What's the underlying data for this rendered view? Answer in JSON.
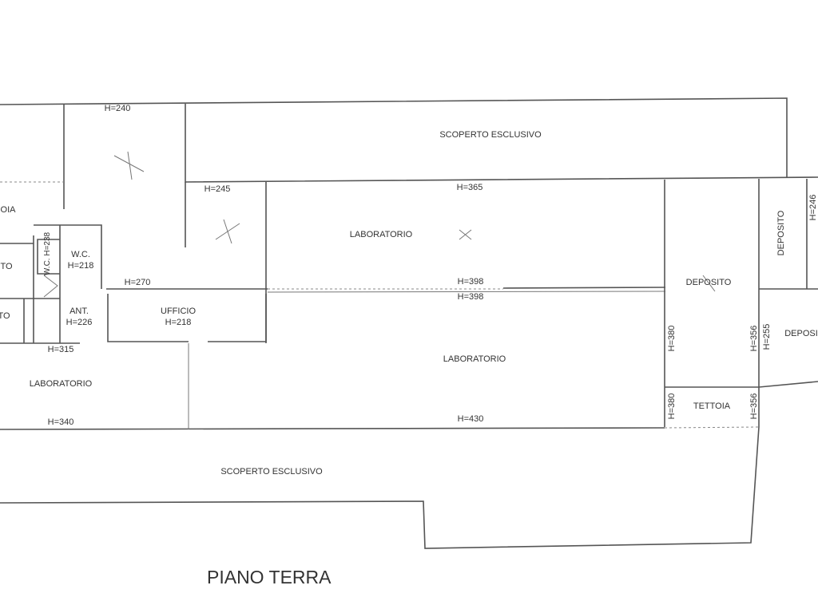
{
  "title": "PIANO TERRA",
  "rooms": {
    "scoperto_top": "SCOPERTO ESCLUSIVO",
    "scoperto_bottom": "SCOPERTO ESCLUSIVO",
    "laboratorio_upper": "LABORATORIO",
    "laboratorio_main": "LABORATORIO",
    "laboratorio_left": "LABORATORIO",
    "ufficio": "UFFICIO",
    "ufficio_h": "H=218",
    "wc": "W.C.",
    "wc_h": "H=218",
    "wc_small": "W.C.",
    "wc_small_h": "H=238",
    "ant": "ANT.",
    "ant_h": "H=226",
    "deposito_center": "DEPOSITO",
    "deposito_small": "DEPOSITO",
    "deposito_right": "DEPOSI",
    "tettoia": "TETTOIA",
    "tettoia_left_cut": "OIA",
    "room_left_cut_1": "TO",
    "room_left_cut_2": "TO"
  },
  "heights": {
    "h240": "H=240",
    "h245": "H=245",
    "h365": "H=365",
    "h270": "H=270",
    "h398a": "H=398",
    "h398b": "H=398",
    "h315": "H=315",
    "h340": "H=340",
    "h430": "H=430",
    "h380a": "H=380",
    "h380b": "H=380",
    "h356a": "H=356",
    "h356b": "H=356",
    "h255": "H=255",
    "h246": "H=246"
  }
}
